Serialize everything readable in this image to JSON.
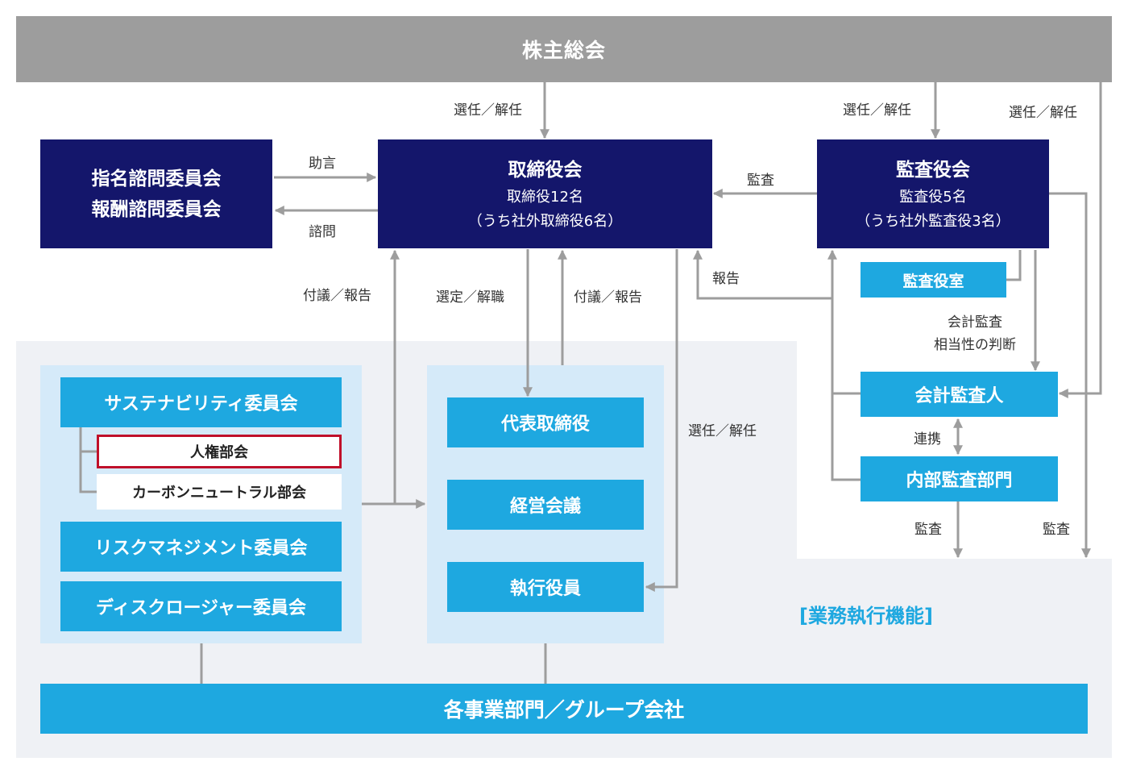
{
  "top": {
    "shareholders": "株主総会"
  },
  "boxes": {
    "advisory_line1": "指名諮問委員会",
    "advisory_line2": "報酬諮問委員会",
    "board_title": "取締役会",
    "board_line1": "取締役12名",
    "board_line2": "（うち社外取締役6名）",
    "audit_title": "監査役会",
    "audit_line1": "監査役5名",
    "audit_line2": "（うち社外監査役3名）",
    "audit_office": "監査役室",
    "accounting_auditor": "会計監査人",
    "internal_audit": "内部監査部門",
    "sustainability": "サステナビリティ委員会",
    "human_rights": "人権部会",
    "carbon_neutral": "カーボンニュートラル部会",
    "risk_management": "リスクマネジメント委員会",
    "disclosure": "ディスクロージャー委員会",
    "representative_director": "代表取締役",
    "management_meeting": "経営会議",
    "executive_officers": "執行役員",
    "business_units": "各事業部門／グループ会社"
  },
  "labels": {
    "elect_board": "選任／解任",
    "elect_audit": "選任／解任",
    "elect_accounting": "選任／解任",
    "advice": "助言",
    "consult": "諮問",
    "audit_board": "監査",
    "report_to_board": "報告",
    "refer_report_left": "付議／報告",
    "select_dismiss": "選定／解職",
    "refer_report_right": "付議／報告",
    "elect_officers": "選任／解任",
    "appropriateness_line1": "会計監査",
    "appropriateness_line2": "相当性の判断",
    "cooperation": "連携",
    "audit_internal": "監査",
    "audit_down": "監査",
    "execution_function": "[業務執行機能]"
  },
  "colors": {
    "navy": "#14166b",
    "cyan": "#1ea8e0",
    "gray": "#9d9d9d",
    "arrow": "#9d9d9d",
    "zone_light": "#eff1f5",
    "zone_blue": "#d5eaf9",
    "highlight_border": "#c0102a"
  }
}
